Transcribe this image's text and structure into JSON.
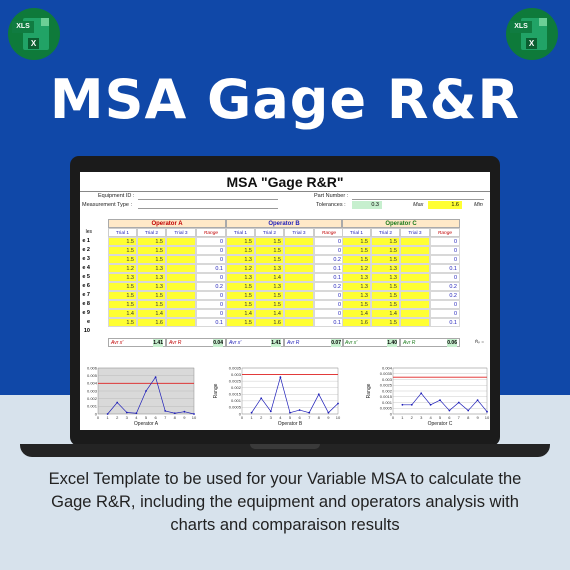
{
  "badges": {
    "left_tag": "XLS",
    "right_tag": "XLS",
    "left_x": "X",
    "right_x": "X"
  },
  "hero_title": "MSA Gage R&R",
  "sheet": {
    "title": "MSA \"Gage R&R\"",
    "equipment_id_label": "Equipment ID :",
    "measurement_type_label": "Measurement Type :",
    "part_number_label": "Part Number :",
    "tolerances_label": "Tolerances :",
    "tol_min_value": "0.3",
    "max_label": "Max",
    "tol_max_value": "1.6",
    "min_label": "Min"
  },
  "operators": [
    {
      "name": "Operator A",
      "trial1": "Trial 1",
      "trial2": "Trial 2",
      "trial3": "Trial 3",
      "range": "Range"
    },
    {
      "name": "Operator B",
      "trial1": "Trial 1",
      "trial2": "Trial 2",
      "trial3": "Trial 3",
      "range": "Range"
    },
    {
      "name": "Operator C",
      "trial1": "Trial 1",
      "trial2": "Trial 2",
      "trial3": "Trial 3",
      "range": "Range"
    }
  ],
  "row_labels": [
    "e 1",
    "e 2",
    "e 3",
    "e 4",
    "e 5",
    "e 6",
    "e 7",
    "e 8",
    "e 9",
    "e 10"
  ],
  "partial_header": "les",
  "data": {
    "A": [
      [
        "1.5",
        "1.5",
        "0"
      ],
      [
        "1.5",
        "1.5",
        "0"
      ],
      [
        "1.5",
        "1.5",
        "0"
      ],
      [
        "1.2",
        "1.3",
        "0.1"
      ],
      [
        "1.3",
        "1.3",
        "0"
      ],
      [
        "1.5",
        "1.3",
        "0.2"
      ],
      [
        "1.5",
        "1.5",
        "0"
      ],
      [
        "1.5",
        "1.5",
        "0"
      ],
      [
        "1.4",
        "1.4",
        "0"
      ],
      [
        "1.5",
        "1.6",
        "0.1"
      ]
    ],
    "B": [
      [
        "1.5",
        "1.5",
        "0"
      ],
      [
        "1.5",
        "1.5",
        "0"
      ],
      [
        "1.3",
        "1.5",
        "0.2"
      ],
      [
        "1.2",
        "1.3",
        "0.1"
      ],
      [
        "1.3",
        "1.4",
        "0.1"
      ],
      [
        "1.5",
        "1.3",
        "0.2"
      ],
      [
        "1.5",
        "1.5",
        "0"
      ],
      [
        "1.5",
        "1.5",
        "0"
      ],
      [
        "1.4",
        "1.4",
        "0"
      ],
      [
        "1.5",
        "1.6",
        "0.1"
      ]
    ],
    "C": [
      [
        "1.5",
        "1.5",
        "0"
      ],
      [
        "1.5",
        "1.5",
        "0"
      ],
      [
        "1.5",
        "1.5",
        "0"
      ],
      [
        "1.2",
        "1.3",
        "0.1"
      ],
      [
        "1.3",
        "1.3",
        "0"
      ],
      [
        "1.3",
        "1.5",
        "0.2"
      ],
      [
        "1.3",
        "1.5",
        "0.2"
      ],
      [
        "1.5",
        "1.5",
        "0"
      ],
      [
        "1.4",
        "1.4",
        "0"
      ],
      [
        "1.6",
        "1.5",
        "0.1"
      ]
    ]
  },
  "summary": [
    {
      "avg_label": "Avr x'",
      "avg_value": "1.41",
      "range_label": "Avr R",
      "range_value": "0.04"
    },
    {
      "avg_label": "Avr x'",
      "avg_value": "1.41",
      "range_label": "Avr R",
      "range_value": "0.07"
    },
    {
      "avg_label": "Avr x'",
      "avg_value": "1.40",
      "range_label": "Avr R",
      "range_value": "0.06"
    }
  ],
  "rbar_label": "R̄ₚ =",
  "charts": [
    {
      "xlabel": "Operator A",
      "ylabel": "",
      "yticks": [
        "0.006",
        "0.005",
        "0.004",
        "0.003",
        "0.002",
        "0.001",
        "0"
      ],
      "xticks": [
        "0",
        "1",
        "2",
        "3",
        "4",
        "5",
        "6",
        "7",
        "8",
        "9",
        "10"
      ],
      "values": [
        0,
        0.0015,
        0.0002,
        0.0001,
        0.003,
        0.0048,
        0.0004,
        0.0001,
        0.0003,
        0
      ],
      "ymax": 0.006,
      "ref_line": 0.004,
      "plot_bg": "#d9d9d9"
    },
    {
      "xlabel": "Operator B",
      "ylabel": "Range",
      "yticks": [
        "0.0035",
        "0.003",
        "0.0025",
        "0.002",
        "0.0015",
        "0.001",
        "0.0005",
        "0"
      ],
      "xticks": [
        "0",
        "1",
        "2",
        "3",
        "4",
        "5",
        "6",
        "7",
        "8",
        "9",
        "10"
      ],
      "values": [
        0.0001,
        0.0012,
        0.0002,
        0.0028,
        0.0001,
        0.0003,
        0.0001,
        0.0015,
        0.0001,
        0.0008
      ],
      "ymax": 0.0035,
      "ref_line": 0.003,
      "plot_bg": "#ffffff"
    },
    {
      "xlabel": "Operator C",
      "ylabel": "Range",
      "yticks": [
        "0.004",
        "0.0035",
        "0.003",
        "0.0025",
        "0.002",
        "0.0015",
        "0.001",
        "0.0005",
        "0"
      ],
      "xticks": [
        "0",
        "1",
        "2",
        "3",
        "4",
        "5",
        "6",
        "7",
        "8",
        "9",
        "10"
      ],
      "values": [
        0.0008,
        0.0008,
        0.0018,
        0.0008,
        0.0012,
        0.0003,
        0.001,
        0.0003,
        0.0012,
        0.0002
      ],
      "ymax": 0.004,
      "ref_line": 0.0032,
      "plot_bg": "#ffffff"
    }
  ],
  "caption_lines": [
    "Excel Template to be used for your Variable MSA to calculate the",
    "Gage R&R, including the equipment and operators analysis with",
    "charts and comparaison results"
  ]
}
